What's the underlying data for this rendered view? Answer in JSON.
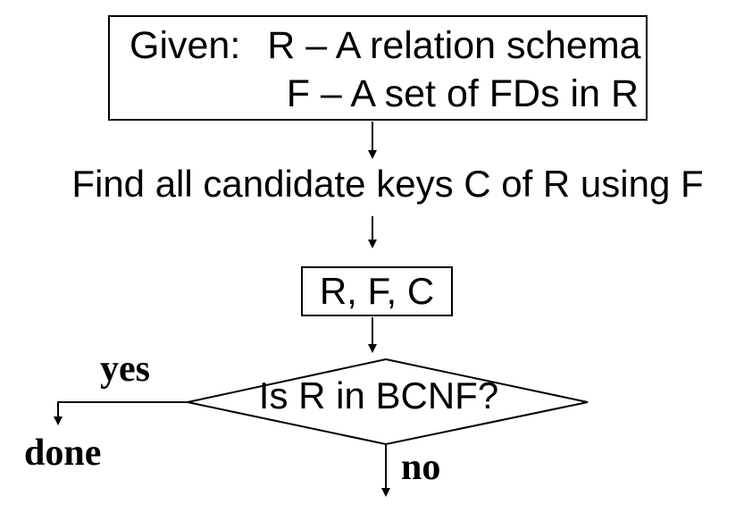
{
  "diagram": {
    "given_box": {
      "label": "Given:",
      "line1": "R – A relation schema",
      "line2": "F – A set of FDs in R"
    },
    "step_find_keys": "Find all candidate keys C of R using F",
    "rfc_box": "R, F, C",
    "decision": "Is R in BCNF?",
    "branch_yes": "yes",
    "branch_done": "done",
    "branch_no": "no"
  },
  "colors": {
    "foreground": "#000000",
    "background": "#ffffff"
  }
}
